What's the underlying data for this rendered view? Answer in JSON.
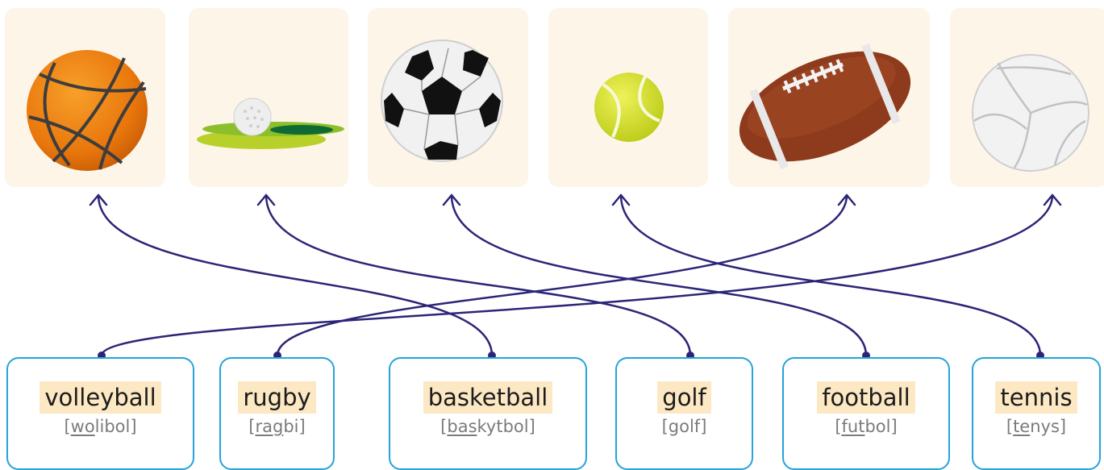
{
  "colors": {
    "card_bg": "#fef5e9",
    "link_color": "#2c2577",
    "box_border": "#26a3d9",
    "word_highlight": "#fde8c4"
  },
  "images": [
    {
      "id": "img-1",
      "icon": "basketball-icon"
    },
    {
      "id": "img-2",
      "icon": "golf-ball-icon"
    },
    {
      "id": "img-3",
      "icon": "soccer-ball-icon"
    },
    {
      "id": "img-4",
      "icon": "tennis-ball-icon"
    },
    {
      "id": "img-5",
      "icon": "american-football-icon"
    },
    {
      "id": "img-6",
      "icon": "volleyball-icon"
    }
  ],
  "words": [
    {
      "word": "volleyball",
      "pron_open": "[",
      "pron_stress": "wo",
      "pron_rest": "libol",
      "pron_close": "]",
      "links_to_image": 6
    },
    {
      "word": "rugby",
      "pron_open": "[",
      "pron_stress": "rag",
      "pron_rest": "bi",
      "pron_close": "]",
      "links_to_image": 5
    },
    {
      "word": "basketball",
      "pron_open": "[",
      "pron_stress": "bas",
      "pron_rest": "kytbol",
      "pron_close": "]",
      "links_to_image": 1
    },
    {
      "word": "golf",
      "pron_open": "[",
      "pron_stress": "",
      "pron_rest": "golf",
      "pron_close": "]",
      "links_to_image": 2
    },
    {
      "word": "football",
      "pron_open": "[",
      "pron_stress": "fut",
      "pron_rest": "bol",
      "pron_close": "]",
      "links_to_image": 3
    },
    {
      "word": "tennis",
      "pron_open": "[",
      "pron_stress": "te",
      "pron_rest": "nys",
      "pron_close": "]",
      "links_to_image": 4
    }
  ]
}
